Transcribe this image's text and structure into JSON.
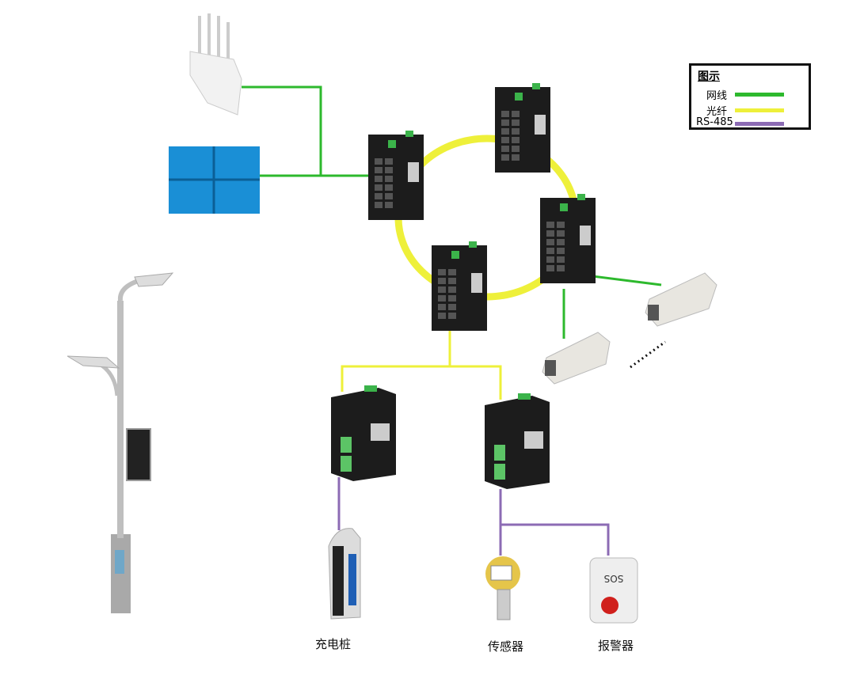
{
  "labels": {
    "charger": "充电桩",
    "sensor": "传感器",
    "alarm": "报警器"
  },
  "legend": {
    "title": "图示",
    "items": [
      {
        "label": "网线",
        "color": "#2db92d"
      },
      {
        "label": "光纤",
        "color": "#eef03a"
      },
      {
        "label": "RS-485",
        "color": "#8c6bb4"
      }
    ]
  },
  "colors": {
    "ethernet": "#2db92d",
    "fiber": "#eef03a",
    "rs485": "#8c6bb4",
    "device": "#1c1c1c"
  }
}
